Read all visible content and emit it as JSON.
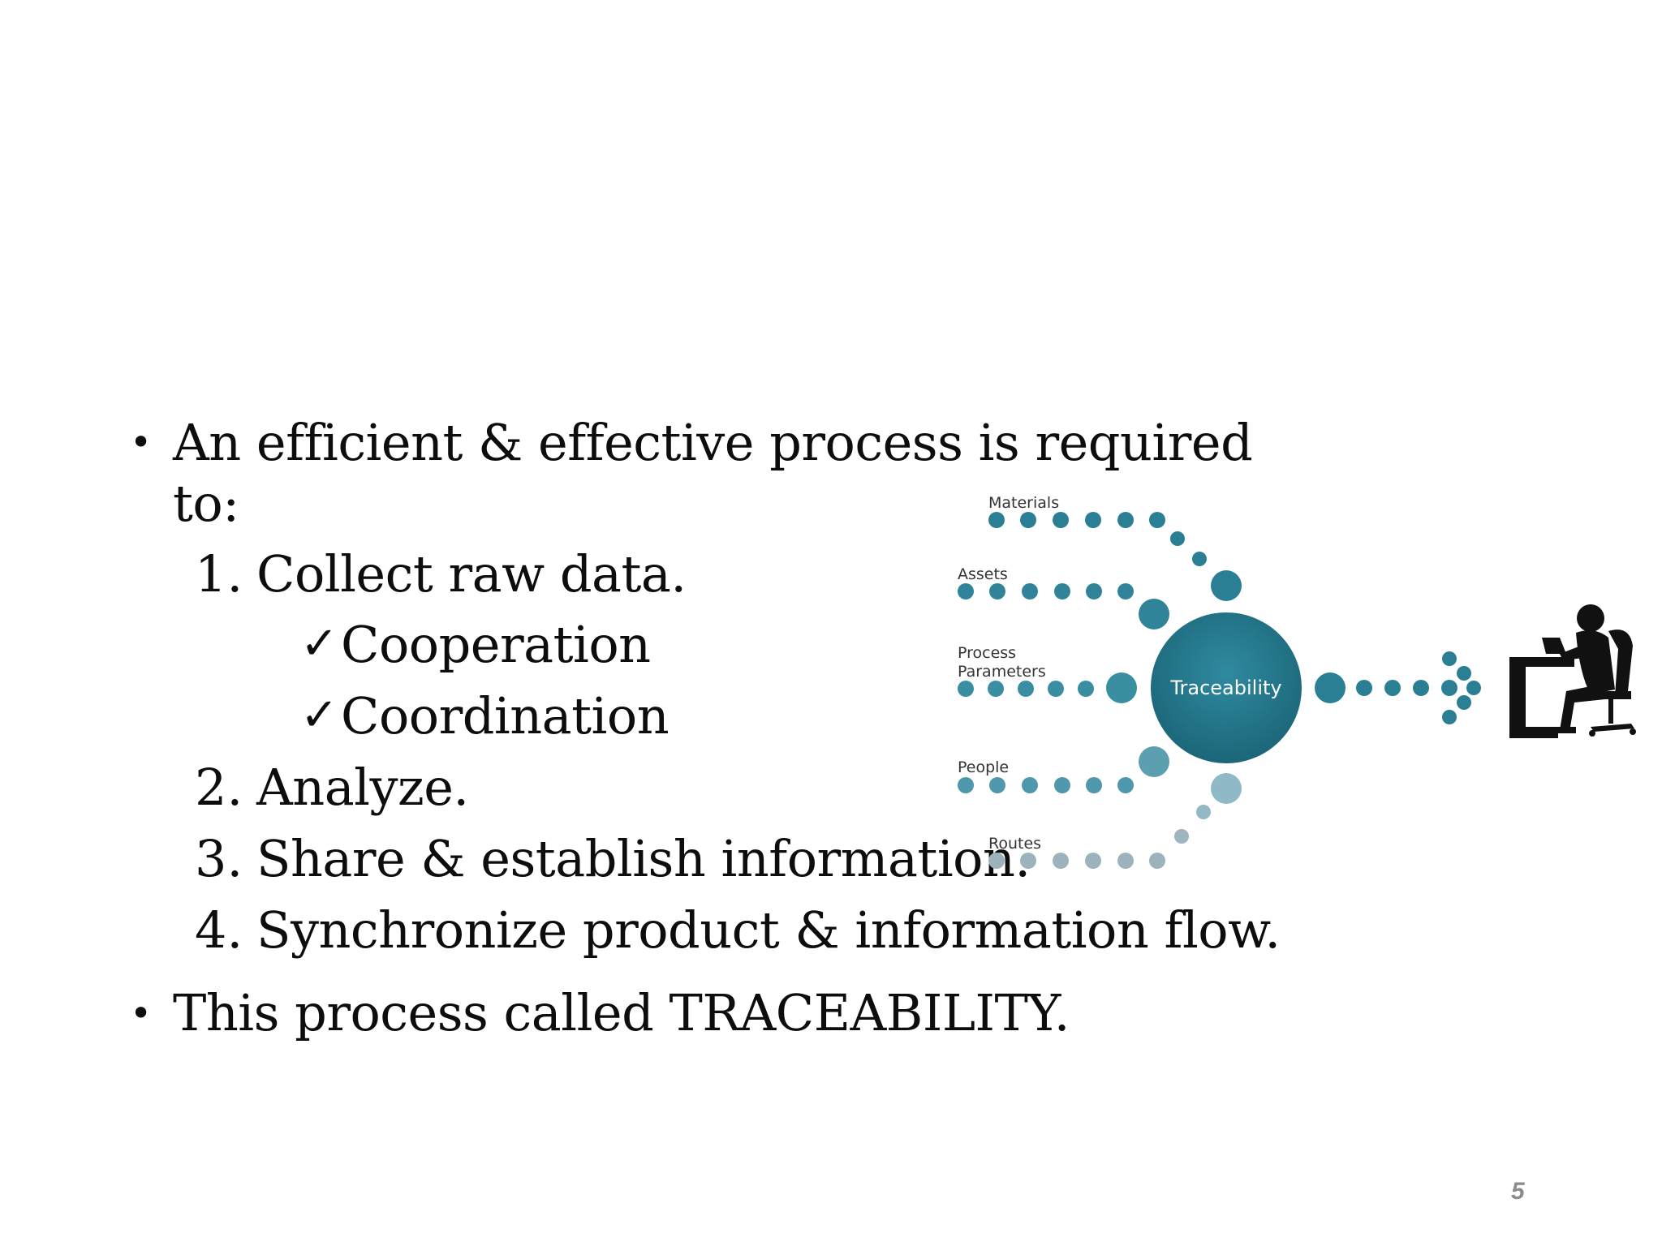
{
  "slide": {
    "bullets": [
      {
        "line1": "An efficient & effective process is required",
        "line2": "to:"
      },
      {
        "text": "This process called TRACEABILITY."
      }
    ],
    "steps": [
      {
        "number": "1.",
        "text": "Collect raw data."
      },
      {
        "number": "2.",
        "text": "Analyze."
      },
      {
        "number": "3.",
        "text": "Share & establish information."
      },
      {
        "number": "4.",
        "text": "Synchronize product & information flow."
      }
    ],
    "sub_items": [
      {
        "mark": "✓",
        "text": "Cooperation"
      },
      {
        "mark": "✓",
        "text": "Coordination"
      }
    ],
    "page_number": "5"
  },
  "diagram": {
    "hub": "Traceability",
    "inputs": {
      "materials": "Materials",
      "assets": "Assets",
      "process_line1": "Process",
      "process_line2": "Parameters",
      "people": "People",
      "routes": "Routes"
    },
    "colors": {
      "dark_teal": "#1f7187",
      "mid_teal": "#3a8ea2",
      "light_teal": "#8fb9c6",
      "grey_blue": "#9db3bb",
      "person": "#111111"
    }
  }
}
